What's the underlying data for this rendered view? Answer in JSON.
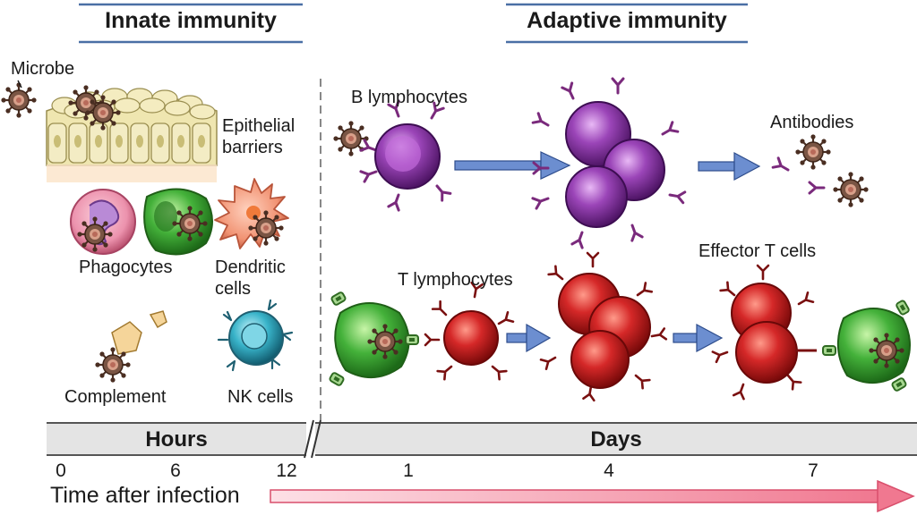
{
  "headings": {
    "innate": "Innate immunity",
    "adaptive": "Adaptive immunity"
  },
  "labels": {
    "microbe": "Microbe",
    "epithelial": "Epithelial",
    "barriers": "barriers",
    "phagocytes": "Phagocytes",
    "dendritic": "Dendritic",
    "dendritic_cells": "cells",
    "complement": "Complement",
    "nk_cells": "NK cells",
    "b_lymphocytes": "B lymphocytes",
    "antibodies": "Antibodies",
    "t_lymphocytes": "T lymphocytes",
    "effector_t_cells": "Effector T cells"
  },
  "timeline": {
    "hours": "Hours",
    "days": "Days",
    "ticks": [
      "0",
      "6",
      "12",
      "1",
      "4",
      "7"
    ],
    "axis_label": "Time after infection"
  },
  "colors": {
    "heading_rule": "#4a6fa5",
    "arrow": "#5b7fc0",
    "b_cell": "#8e3fa6",
    "t_cell": "#d32b2b",
    "phagocyte": "#3fae3a",
    "neutrophil": "#e88aa8",
    "dendritic": "#ee8a6a",
    "nk": "#3fb3c6",
    "microbe": "#6b4a3a",
    "time_arrow": "#f28aa0"
  }
}
